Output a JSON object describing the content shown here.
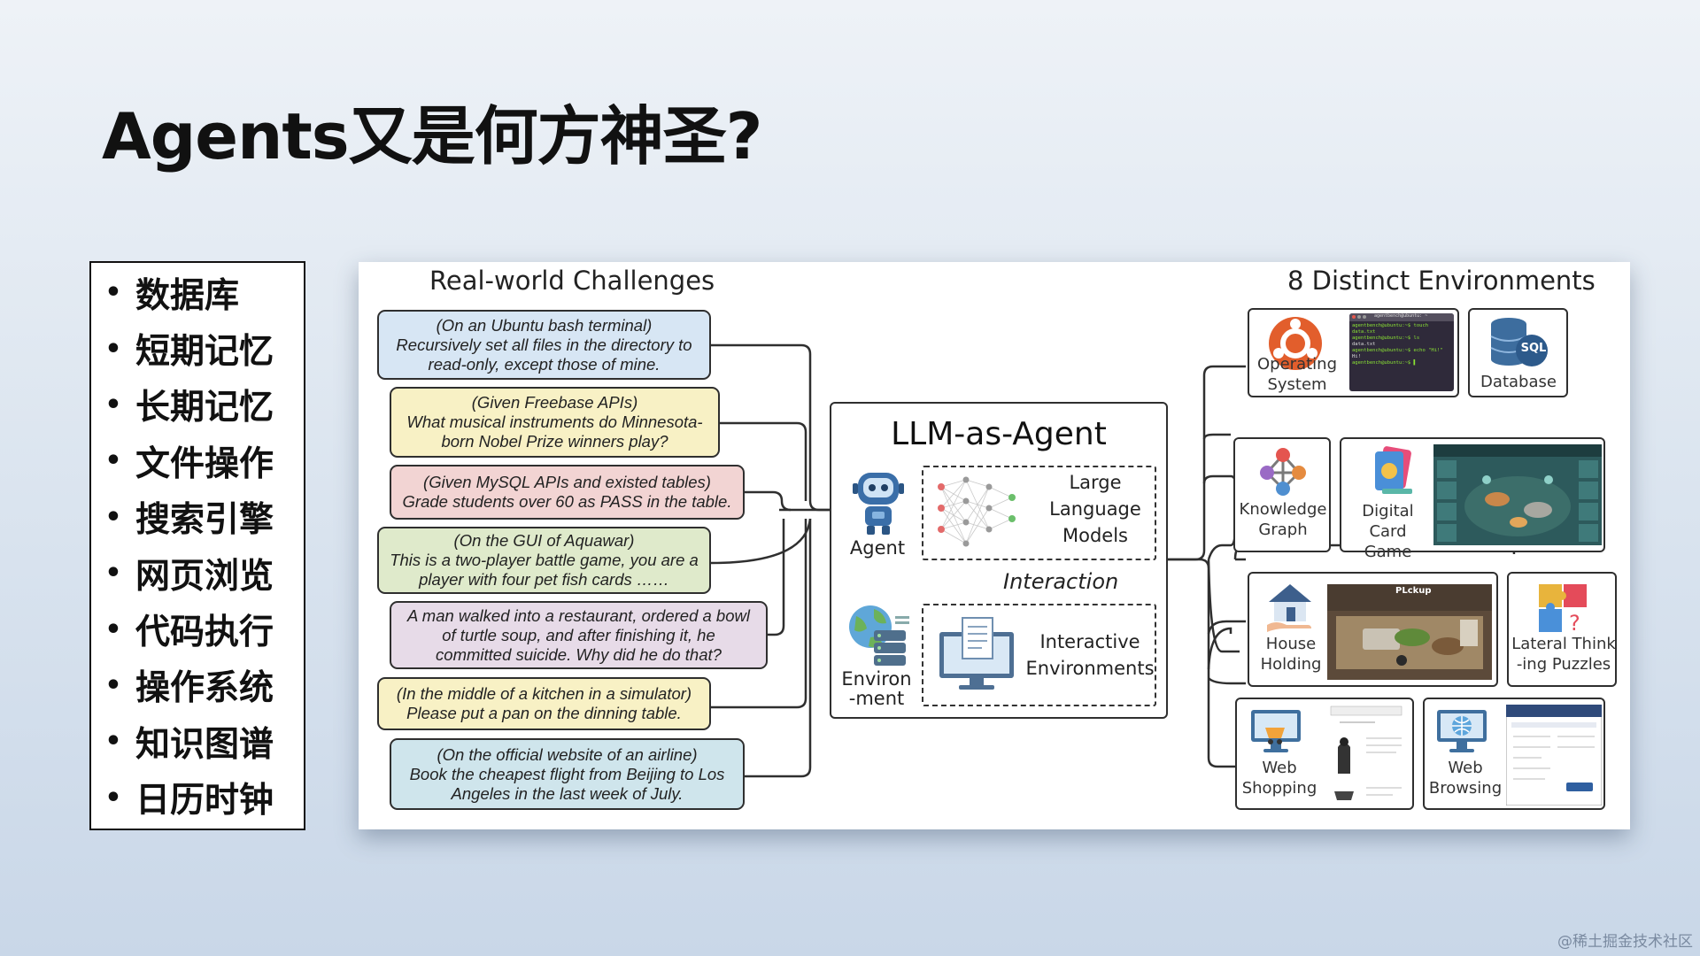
{
  "title": "Agents又是何方神圣?",
  "topics": [
    "数据库",
    "短期记忆",
    "长期记忆",
    "文件操作",
    "搜索引擎",
    "网页浏览",
    "代码执行",
    "操作系统",
    "知识图谱",
    "日历时钟"
  ],
  "figure": {
    "left_title": "Real-world Challenges",
    "right_title": "8 Distinct Environments",
    "challenges": [
      {
        "lines": [
          "(On an Ubuntu bash terminal)",
          "Recursively set all files in the directory to",
          "read-only, except those of mine."
        ],
        "color": "#d7e6f4"
      },
      {
        "lines": [
          "(Given Freebase APIs)",
          "What musical instruments do Minnesota-",
          "born Nobel Prize winners play?"
        ],
        "color": "#f8f1c5"
      },
      {
        "lines": [
          "(Given MySQL APIs and existed tables)",
          "Grade students over 60 as PASS in the table."
        ],
        "color": "#f2d4d3"
      },
      {
        "lines": [
          "(On the GUI of Aquawar)",
          "This is a two-player battle game, you are a",
          "player with four pet fish cards ……"
        ],
        "color": "#dfeacb"
      },
      {
        "lines": [
          "A man walked into a restaurant, ordered a bowl",
          "of turtle soup, and after finishing it, he",
          "committed suicide. Why did he do that?"
        ],
        "color": "#e7dbe8"
      },
      {
        "lines": [
          "(In the middle of a kitchen in a simulator)",
          "Please put a pan on the dinning table."
        ],
        "color": "#f8f1c5"
      },
      {
        "lines": [
          "(On the official website of an airline)",
          "Book the cheapest flight from Beijing to Los",
          "Angeles in the last week of July."
        ],
        "color": "#cfe5ec"
      }
    ],
    "center": {
      "title": "LLM-as-Agent",
      "agent_label": "Agent",
      "environment_label": [
        "Environ",
        "-ment"
      ],
      "llm_label": [
        "Large",
        "Language",
        "Models"
      ],
      "interaction_label": "Interaction",
      "env_label": [
        "Interactive",
        "Environments"
      ]
    },
    "environments": {
      "os": [
        "Operating",
        "System"
      ],
      "terminal_lines": [
        "agentbench@ubuntu:~$ touch data.txt",
        "agentbench@ubuntu:~$ ls",
        "data.txt",
        "agentbench@ubuntu:~$ echo \"Hi!\"",
        "Hi!",
        "agentbench@ubuntu:~$ ▌"
      ],
      "terminal_title": "agentbench@ubuntu: ~",
      "database": "Database",
      "sql_badge": "SQL",
      "kg": [
        "Knowledge",
        "Graph"
      ],
      "card": [
        "Digital Card",
        "Game"
      ],
      "house": [
        "House",
        "Holding"
      ],
      "pickup": "PLckup",
      "lateral": [
        "Lateral Think",
        "-ing Puzzles"
      ],
      "shop": [
        "Web",
        "Shopping"
      ],
      "browse": [
        "Web",
        "Browsing"
      ]
    }
  },
  "watermark": "@稀土掘金技术社区"
}
